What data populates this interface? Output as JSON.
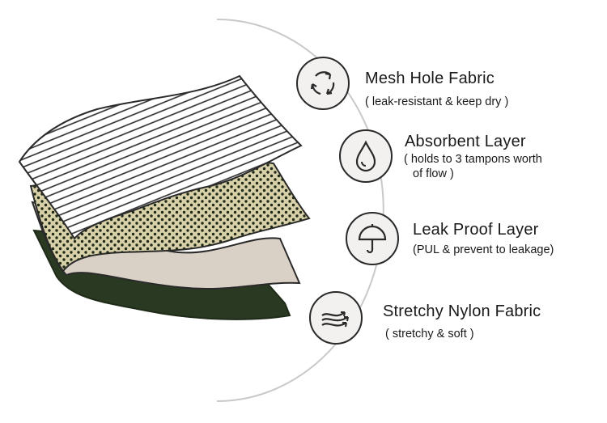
{
  "colors": {
    "mesh_stroke": "#2a2a2a",
    "absorbent_fill": "#d8d0a8",
    "absorbent_dots": "#1f2a18",
    "leakproof_fill": "#d9d0c6",
    "nylon_fill": "#2a3a22",
    "arc": "#c9c9c9",
    "icon_bg": "#f2f1ef"
  },
  "layers": [
    {
      "icon": "recycle-icon",
      "title": "Mesh Hole Fabric",
      "desc_lines": [
        "(  leak-resistant  & keep dry )"
      ]
    },
    {
      "icon": "water-drop-icon",
      "title": "Absorbent Layer",
      "desc_lines": [
        "( holds to 3 tampons worth",
        "  of flow )"
      ]
    },
    {
      "icon": "umbrella-icon",
      "title": "Leak Proof Layer",
      "desc_lines": [
        "(PUL & prevent to leakage)"
      ]
    },
    {
      "icon": "stretch-arrows-icon",
      "title": "Stretchy Nylon Fabric",
      "desc_lines": [
        "( stretchy & soft )"
      ]
    }
  ]
}
